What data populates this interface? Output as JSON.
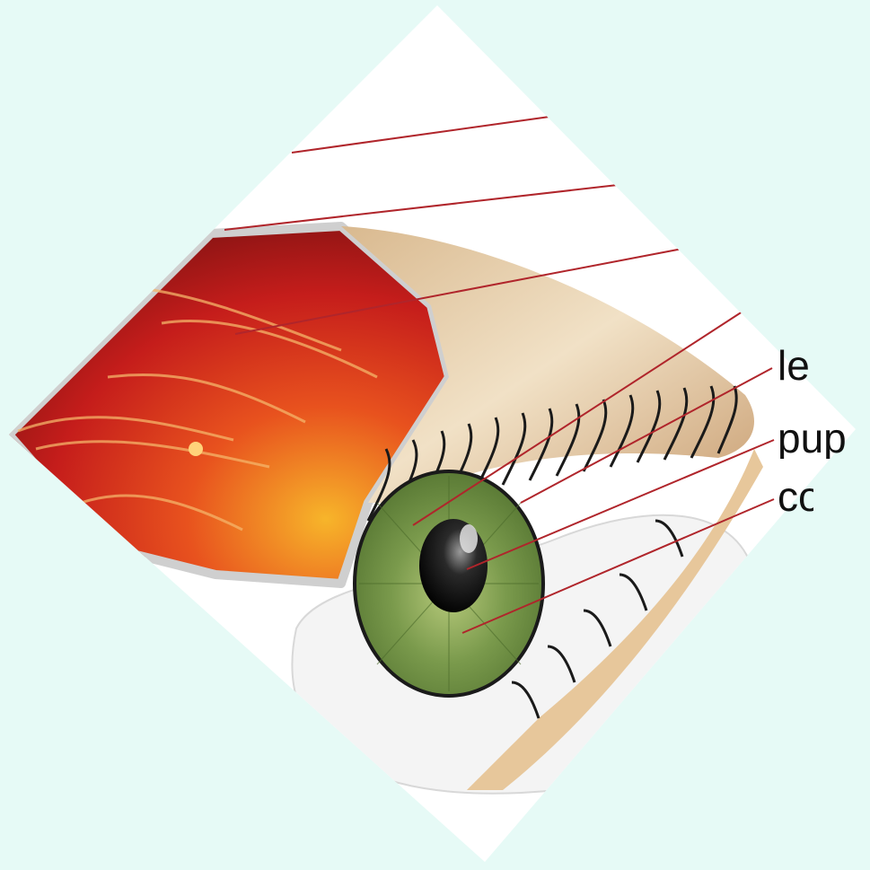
{
  "diagram": {
    "labels": [
      "le",
      "pup",
      "co"
    ],
    "colors": {
      "background": "#e6faf6",
      "paper": "#ffffff",
      "leader_line": "#b0252b",
      "iris": "#6d8f45",
      "skin": "#e6c9a1",
      "retina_dark": "#8e1414",
      "retina_light": "#f6a623"
    },
    "icons": [
      "eye-illustration",
      "lashes",
      "pupil",
      "iris",
      "retina-cutaway"
    ]
  }
}
